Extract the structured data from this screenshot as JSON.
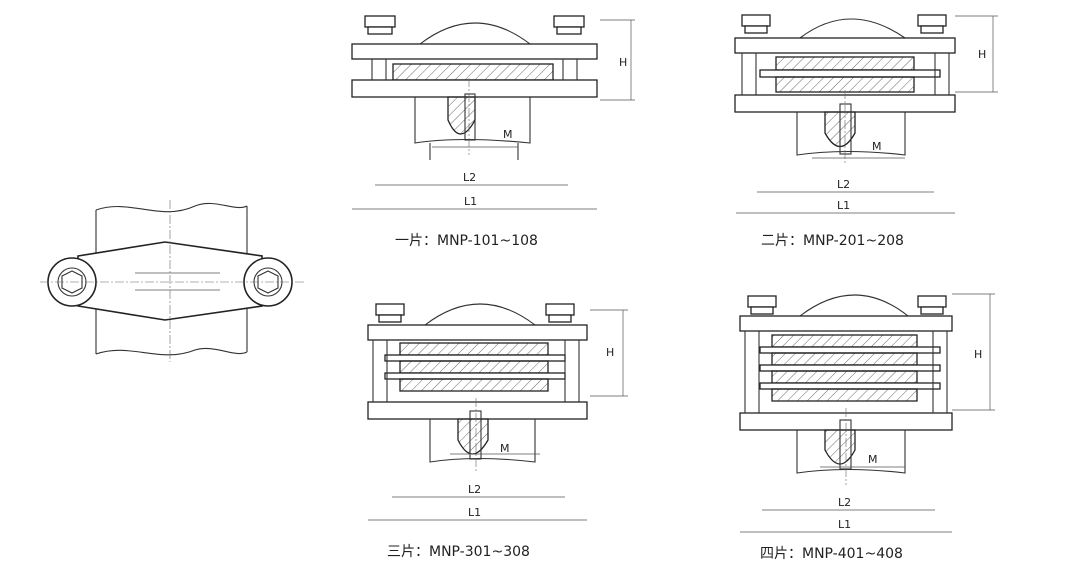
{
  "figures": [
    {
      "caption": "一片：MNP-101~108",
      "plates": 1
    },
    {
      "caption": "二片：MNP-201~208",
      "plates": 2
    },
    {
      "caption": "三片：MNP-301~308",
      "plates": 3
    },
    {
      "caption": "四片：MNP-401~408",
      "plates": 4
    }
  ],
  "dims": {
    "h": "H",
    "m": "M",
    "l1": "L1",
    "l2": "L2"
  }
}
